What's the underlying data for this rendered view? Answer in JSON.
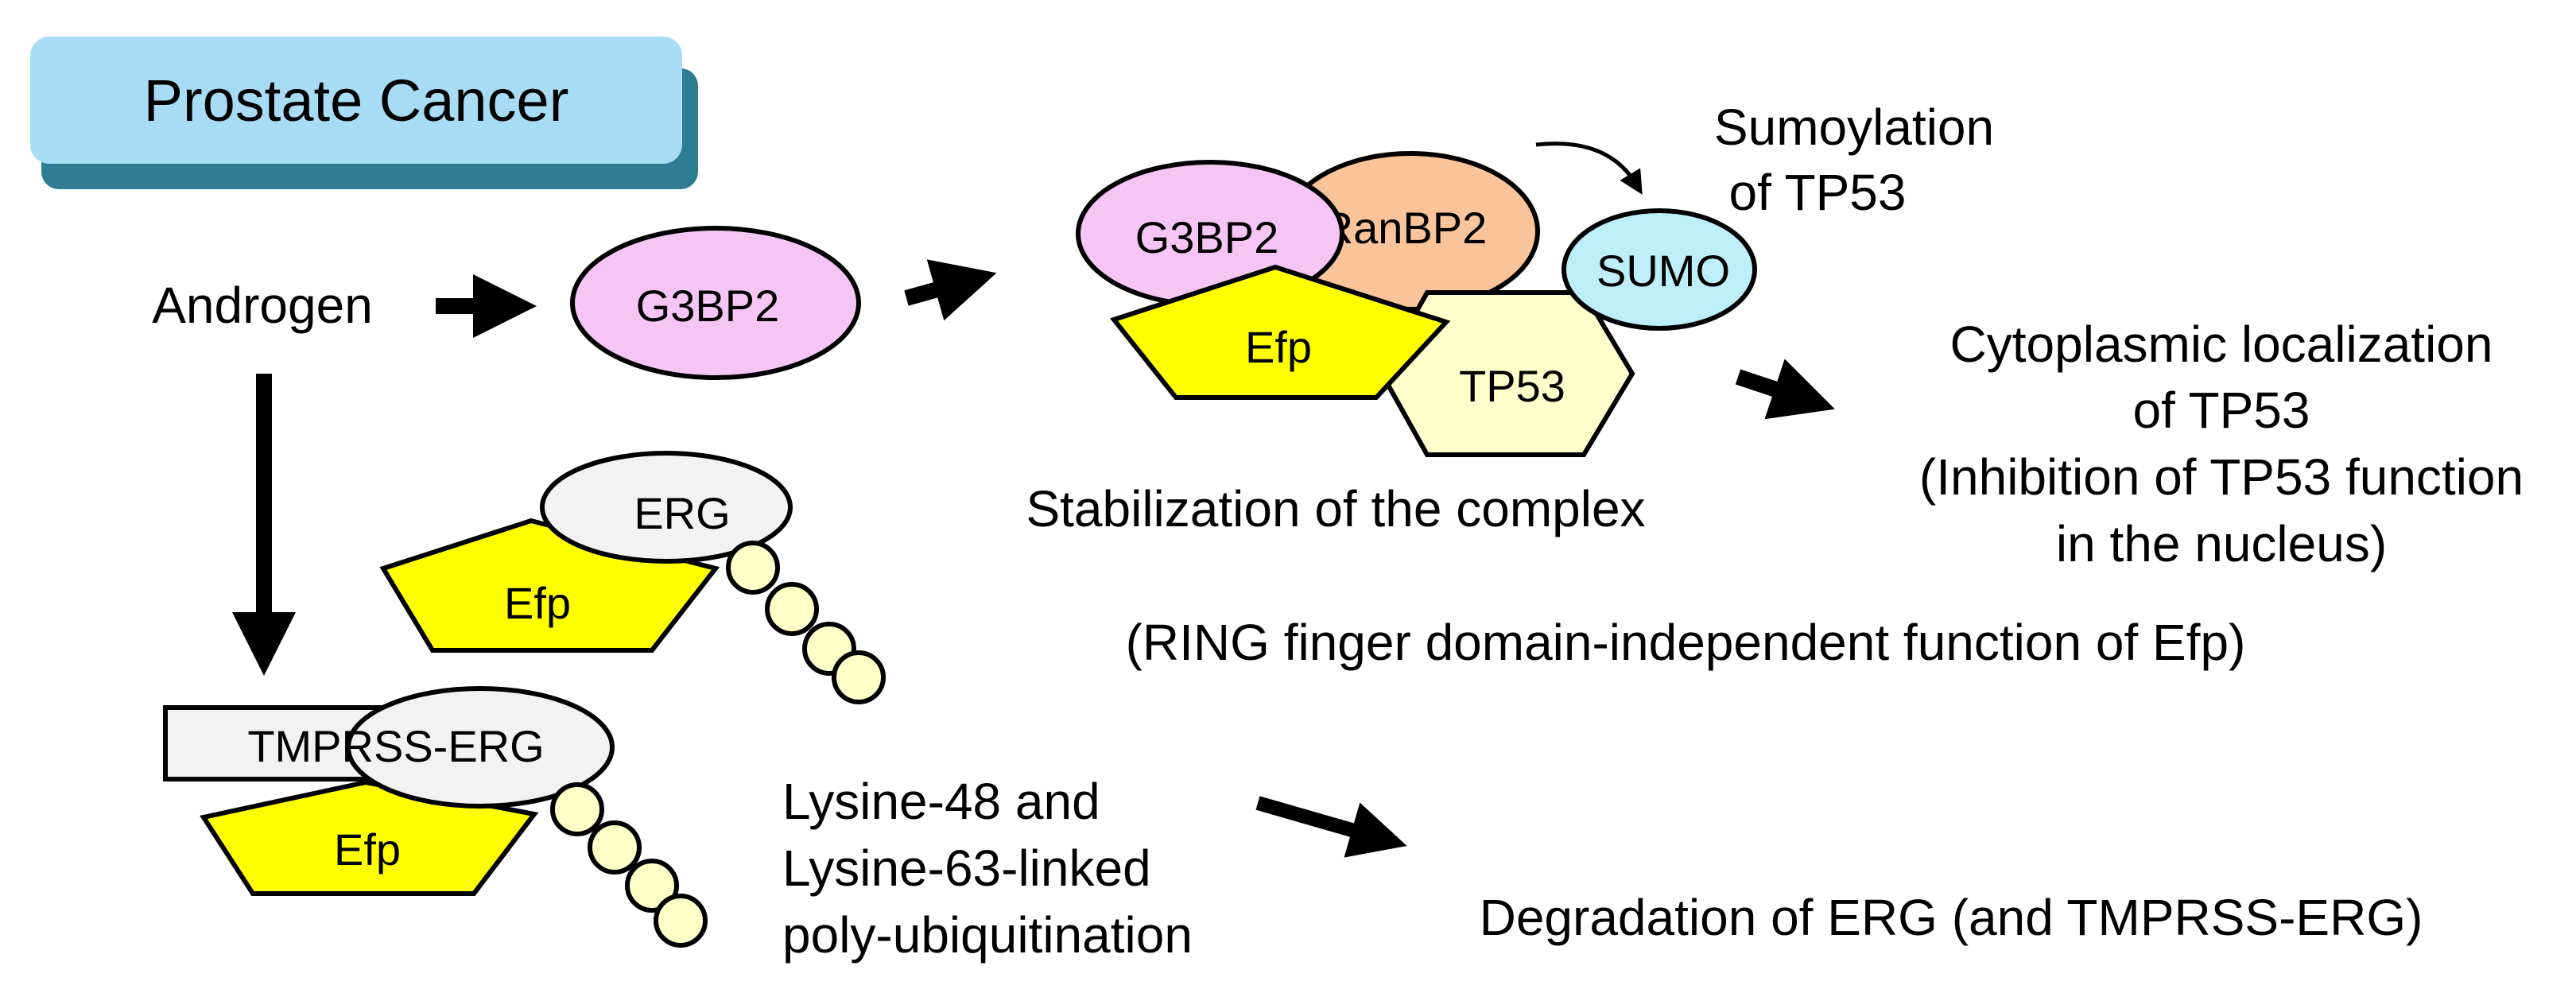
{
  "title_box": {
    "label": "Prostate Cancer"
  },
  "nodes": {
    "androgen": "Androgen",
    "g3bp2_free": "G3BP2",
    "complex_g3bp2": "G3BP2",
    "complex_ranbp2": "RanBP2",
    "complex_sumo": "SUMO",
    "complex_efp": "Efp",
    "complex_tp53": "TP53",
    "erg_top": "ERG",
    "efp_top": "Efp",
    "tmprss_erg": "TMPRSS-ERG",
    "efp_bottom": "Efp"
  },
  "captions": {
    "sumoylation_line1": "Sumoylation",
    "sumoylation_line2": "of TP53",
    "stabilization": "Stabilization of the complex",
    "cyto_line1": "Cytoplasmic localization",
    "cyto_line2": "of TP53",
    "cyto_line3": "(Inhibition of TP53 function",
    "cyto_line4": "in the nucleus)",
    "ring_finger": "(RING finger domain-independent function of Efp)",
    "lysine_line1": "Lysine-48 and",
    "lysine_line2": "Lysine-63-linked",
    "lysine_line3": "poly-ubiquitination",
    "degradation": "Degradation of ERG (and TMPRSS-ERG)"
  },
  "colors": {
    "title_fill": "#a8dcf5",
    "title_shadow": "#2e7d92",
    "g3bp2": "#f5c6f5",
    "ranbp2": "#f9c49a",
    "sumo": "#bdeefa",
    "efp": "#ffff00",
    "tp53": "#ffffcc",
    "erg": "#f2f2f2",
    "ubiquitin": "#ffffc8"
  }
}
